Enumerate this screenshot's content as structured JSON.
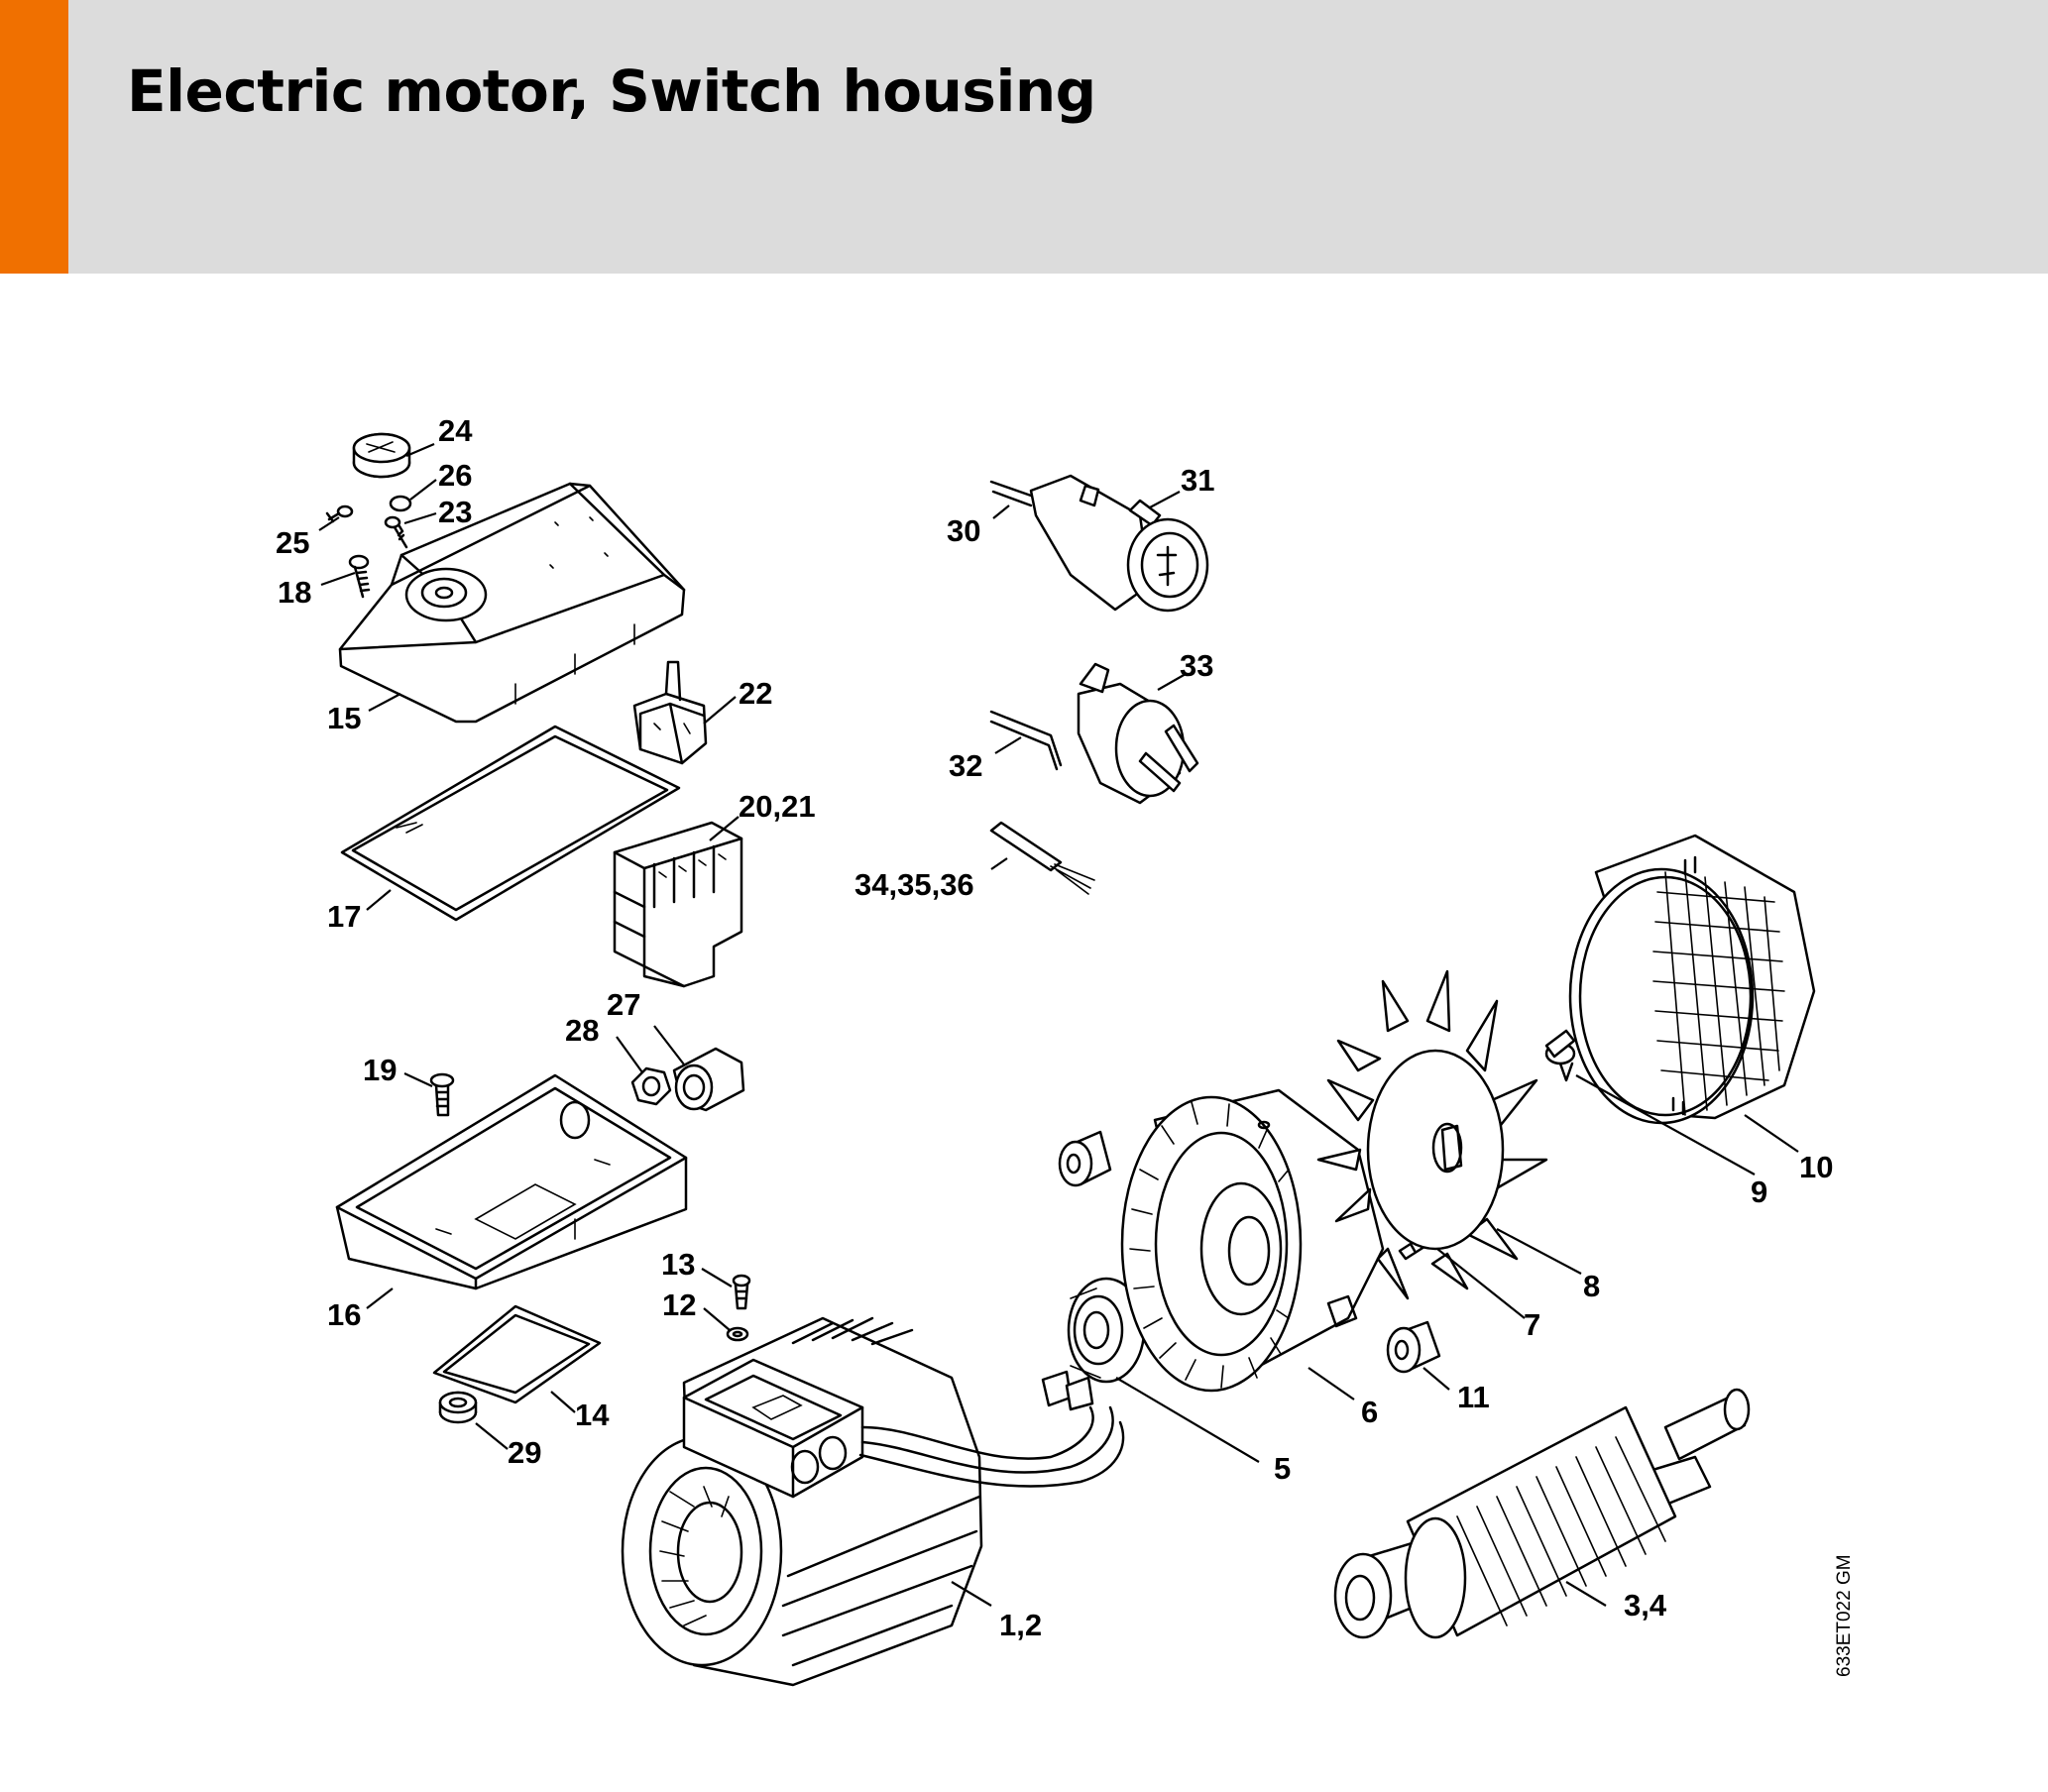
{
  "page": {
    "title": "Electric motor, Switch housing",
    "accent_color": "#f07000",
    "header_bg": "#dcdcdc"
  },
  "diagram": {
    "drawing_code": "633ET022 GM",
    "callouts": {
      "c1_2": "1,2",
      "c3_4": "3,4",
      "c5": "5",
      "c6": "6",
      "c7": "7",
      "c8": "8",
      "c9": "9",
      "c10": "10",
      "c11": "11",
      "c12": "12",
      "c13": "13",
      "c14": "14",
      "c15": "15",
      "c16": "16",
      "c17": "17",
      "c18": "18",
      "c19": "19",
      "c20_21": "20,21",
      "c22": "22",
      "c23": "23",
      "c24": "24",
      "c25": "25",
      "c26": "26",
      "c27": "27",
      "c28": "28",
      "c29": "29",
      "c30": "30",
      "c31": "31",
      "c32": "32",
      "c33": "33",
      "c34_35_36": "34,35,36"
    }
  }
}
